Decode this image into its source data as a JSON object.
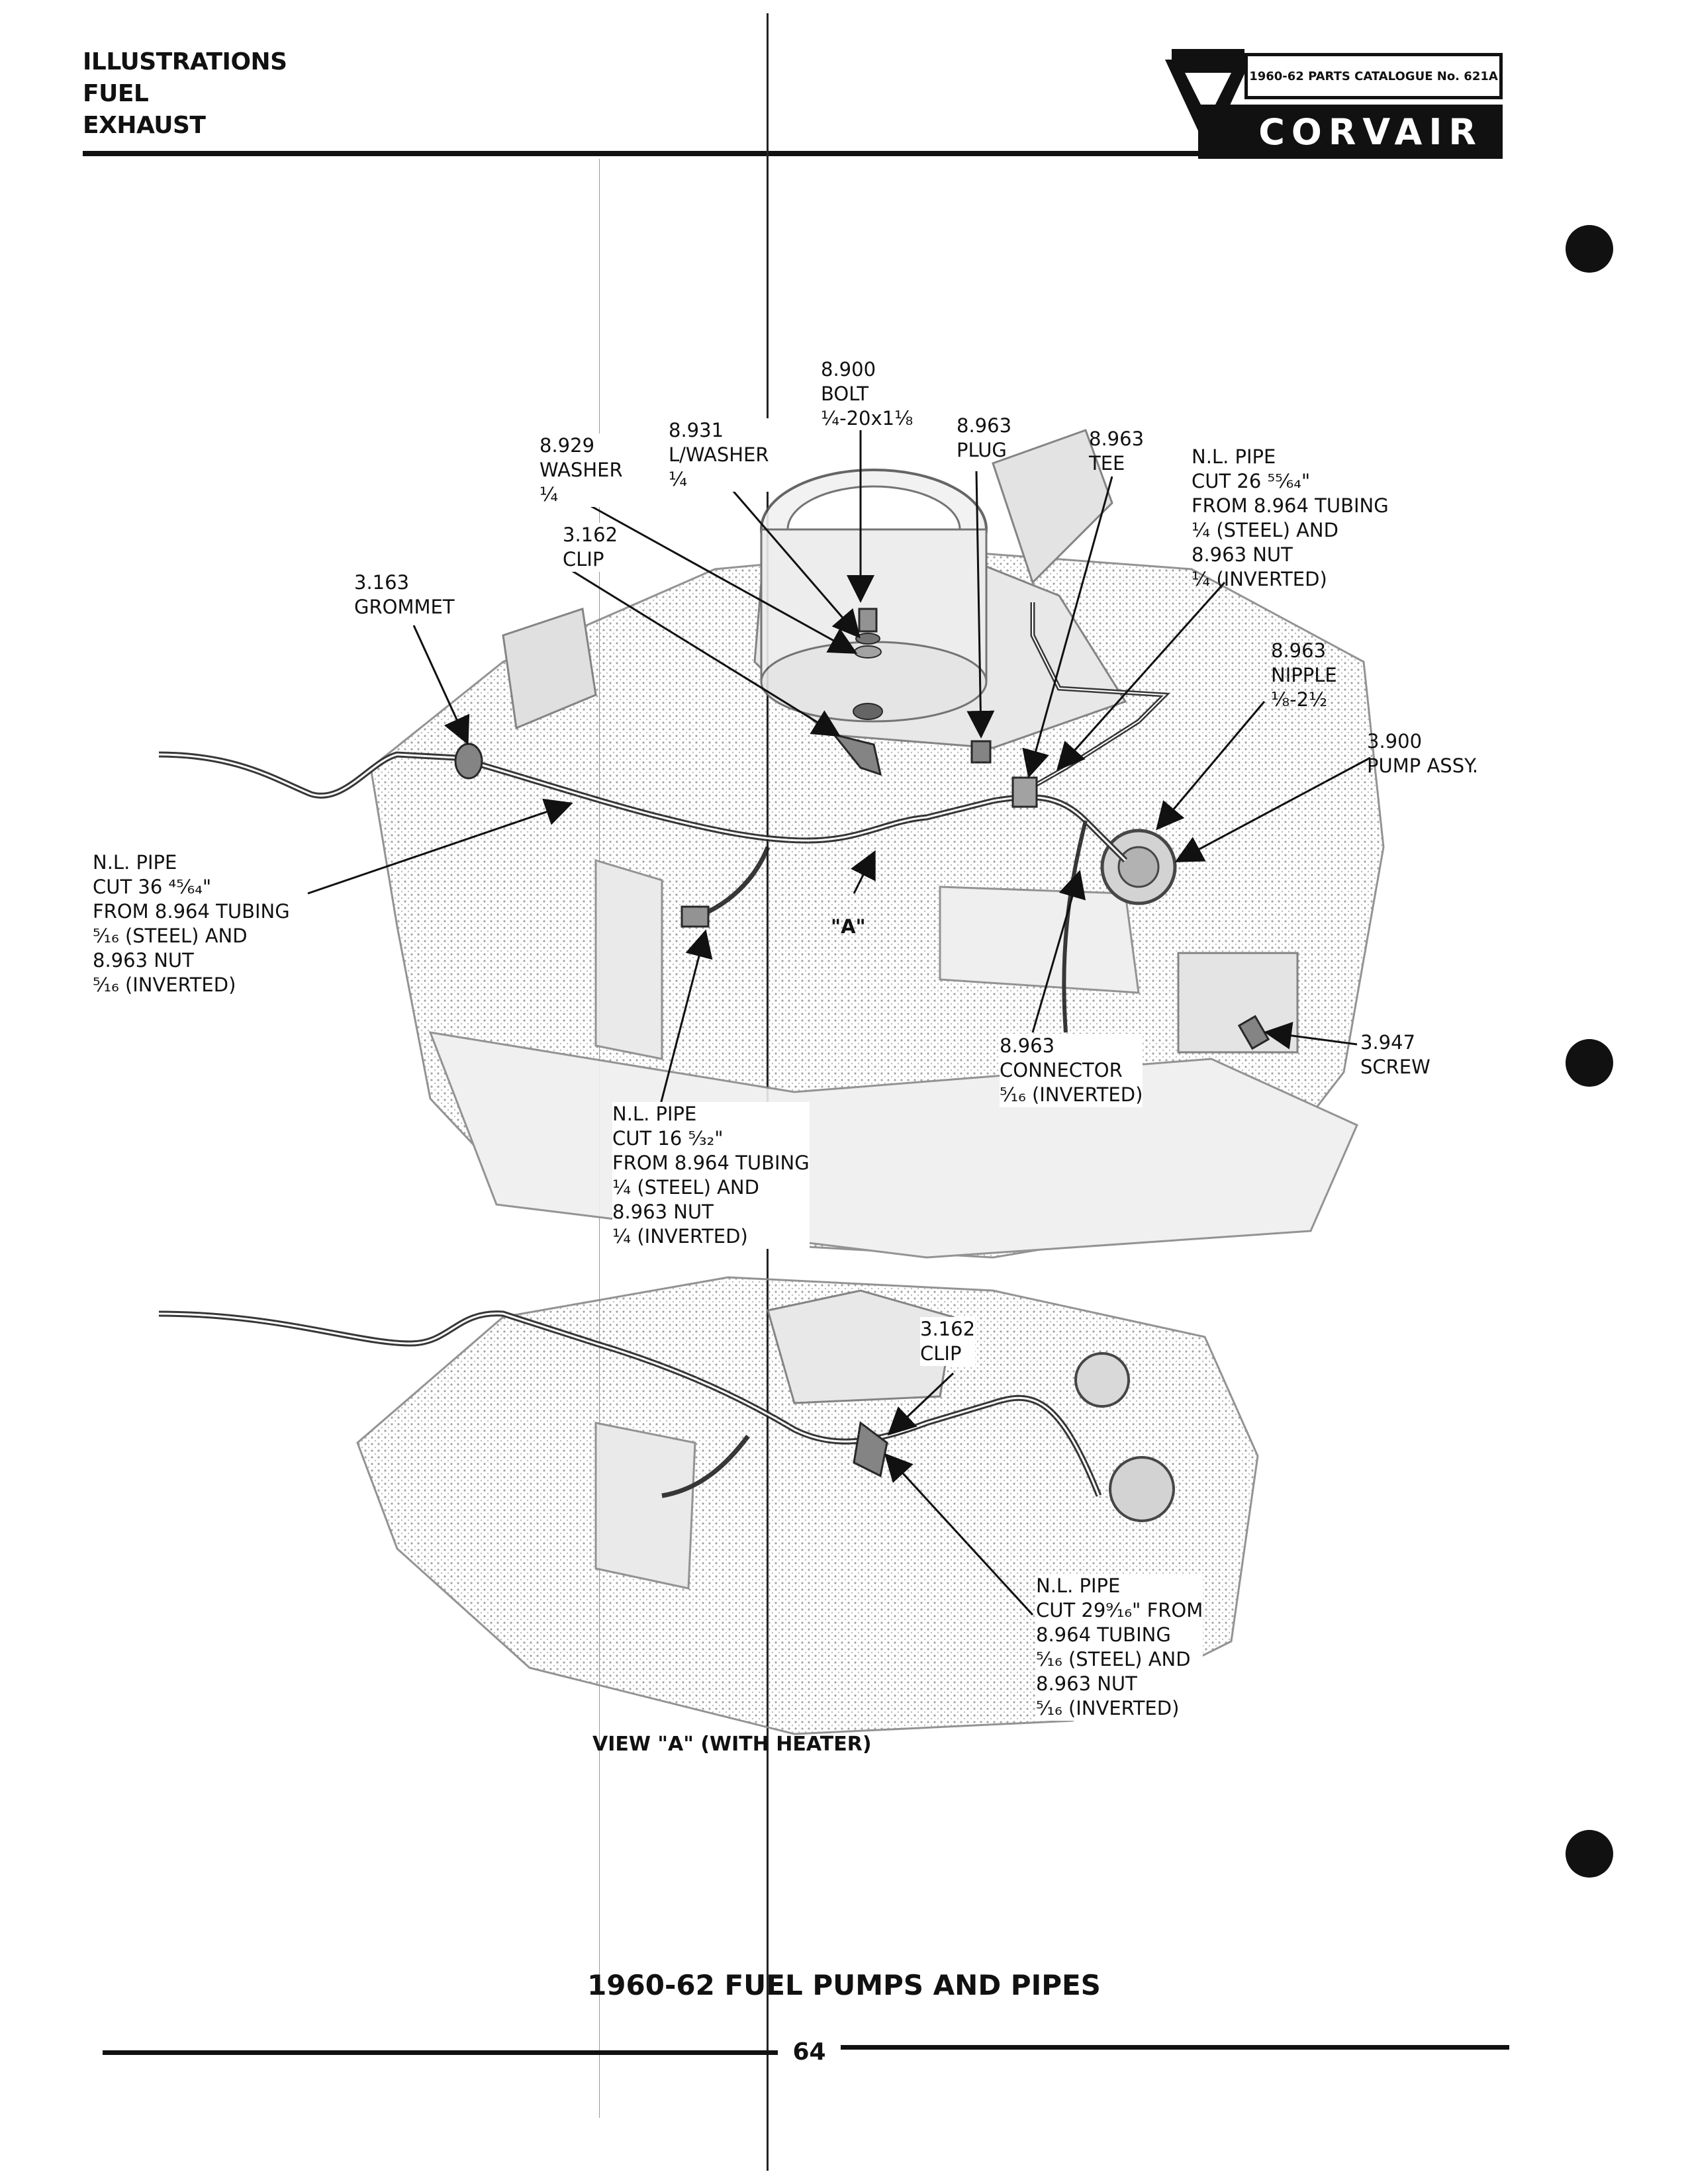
{
  "header": {
    "lines": [
      "ILLUSTRATIONS",
      "FUEL",
      "EXHAUST"
    ],
    "catalogue": "1960-62 PARTS CATALOGUE No. 621A",
    "brand": "CORVAIR"
  },
  "callouts": {
    "bolt": "8.900\nBOLT\n¼-20x1⅛",
    "lwasher": "8.931\nL/WASHER\n¼",
    "washer": "8.929\nWASHER\n¼",
    "plug": "8.963\nPLUG",
    "tee": "8.963\nTEE",
    "pipe_top": "N.L. PIPE\nCUT 26 ⁵⁵⁄₆₄\"\nFROM 8.964 TUBING\n¼ (STEEL) AND\n8.963 NUT\n¼ (INVERTED)",
    "clip": "3.162\nCLIP",
    "grommet": "3.163\nGROMMET",
    "nipple": "8.963\nNIPPLE\n⅛-2½",
    "pump": "3.900\nPUMP ASSY.",
    "pipe_left": "N.L. PIPE\nCUT 36 ⁴⁵⁄₆₄\"\nFROM 8.964 TUBING\n⁵⁄₁₆ (STEEL) AND\n8.963 NUT\n⁵⁄₁₆ (INVERTED)",
    "view_a_marker": "\"A\"",
    "connector": "8.963\nCONNECTOR\n⁵⁄₁₆ (INVERTED)",
    "screw": "3.947\nSCREW",
    "pipe_mid": "N.L. PIPE\nCUT 16 ⁵⁄₃₂\"\nFROM 8.964 TUBING\n¼ (STEEL) AND\n8.963 NUT\n¼ (INVERTED)",
    "clip_lower": "3.162\nCLIP",
    "pipe_lower": "N.L. PIPE\nCUT 29⁹⁄₁₆\" FROM\n8.964 TUBING\n⁵⁄₁₆ (STEEL) AND\n8.963 NUT\n⁵⁄₁₆ (INVERTED)"
  },
  "view_caption": "VIEW \"A\" (WITH HEATER)",
  "page_title": "1960-62 FUEL PUMPS AND PIPES",
  "page_number": "64"
}
